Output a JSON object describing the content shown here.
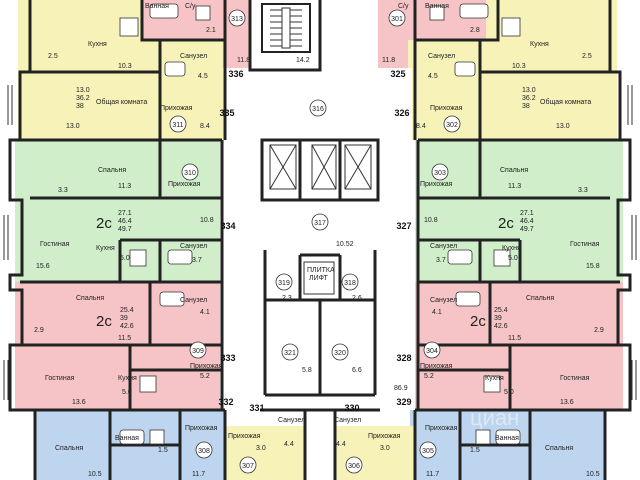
{
  "colors": {
    "yellow": "#f7f2b8",
    "green": "#cfeec9",
    "pink": "#f6c4c6",
    "blue": "#bdd5ef",
    "corridor": "#ffffff",
    "wall": "#222222"
  },
  "rooms": [
    {
      "id": "r1",
      "text": "Ванная"
    },
    {
      "id": "r2",
      "text": "С/у"
    },
    {
      "id": "r3",
      "text": "С/у"
    },
    {
      "id": "r4",
      "text": "Ванная"
    },
    {
      "id": "r5",
      "text": "Кухня"
    },
    {
      "id": "r6",
      "text": "Кухня"
    },
    {
      "id": "r7",
      "text": "Санузел"
    },
    {
      "id": "r8",
      "text": "Санузел"
    },
    {
      "id": "r9",
      "text": "Общая комната"
    },
    {
      "id": "r10",
      "text": "Общая комната"
    },
    {
      "id": "r11",
      "text": "Прихожая"
    },
    {
      "id": "r12",
      "text": "Прихожая"
    },
    {
      "id": "r13",
      "text": "Спальня"
    },
    {
      "id": "r14",
      "text": "Спальня"
    },
    {
      "id": "r15",
      "text": "Прихожая"
    },
    {
      "id": "r16",
      "text": "Прихожая"
    },
    {
      "id": "r17",
      "text": "Гостиная"
    },
    {
      "id": "r18",
      "text": "Гостиная"
    },
    {
      "id": "r19",
      "text": "Кухня"
    },
    {
      "id": "r20",
      "text": "Кухня"
    },
    {
      "id": "r21",
      "text": "Санузел"
    },
    {
      "id": "r22",
      "text": "Санузел"
    },
    {
      "id": "r23",
      "text": "Спальня"
    },
    {
      "id": "r24",
      "text": "Спальня"
    },
    {
      "id": "r25",
      "text": "Санузел"
    },
    {
      "id": "r26",
      "text": "Санузел"
    },
    {
      "id": "r27",
      "text": "Прихожая"
    },
    {
      "id": "r28",
      "text": "Прихожая"
    },
    {
      "id": "r29",
      "text": "Гостиная"
    },
    {
      "id": "r30",
      "text": "Гостиная"
    },
    {
      "id": "r31",
      "text": "Кухня"
    },
    {
      "id": "r32",
      "text": "Кухня"
    },
    {
      "id": "r33",
      "text": "Прихожая"
    },
    {
      "id": "r34",
      "text": "Прихожая"
    },
    {
      "id": "r35",
      "text": "Спальня"
    },
    {
      "id": "r36",
      "text": "Спальня"
    },
    {
      "id": "r37",
      "text": "Ванная"
    },
    {
      "id": "r38",
      "text": "Ванная"
    },
    {
      "id": "r39",
      "text": "Прихожая"
    },
    {
      "id": "r40",
      "text": "Прихожая"
    },
    {
      "id": "r41",
      "text": "Санузел"
    },
    {
      "id": "r42",
      "text": "Санузел"
    }
  ],
  "apartments": [
    {
      "id": "a313",
      "text": "313"
    },
    {
      "id": "a301",
      "text": "301"
    },
    {
      "id": "a311",
      "text": "311"
    },
    {
      "id": "a302",
      "text": "302"
    },
    {
      "id": "a310",
      "text": "310"
    },
    {
      "id": "a303",
      "text": "303"
    },
    {
      "id": "a309",
      "text": "309"
    },
    {
      "id": "a304",
      "text": "304"
    },
    {
      "id": "a308",
      "text": "308"
    },
    {
      "id": "a305",
      "text": "305"
    },
    {
      "id": "a307",
      "text": "307"
    },
    {
      "id": "a306",
      "text": "306"
    },
    {
      "id": "c316",
      "text": "316"
    },
    {
      "id": "c317",
      "text": "317"
    },
    {
      "id": "c318",
      "text": "318"
    },
    {
      "id": "c319",
      "text": "319"
    },
    {
      "id": "c320",
      "text": "320"
    },
    {
      "id": "c321",
      "text": "321"
    }
  ],
  "doors": [
    {
      "id": "d336",
      "text": "336"
    },
    {
      "id": "d335",
      "text": "335"
    },
    {
      "id": "d325",
      "text": "325"
    },
    {
      "id": "d326",
      "text": "326"
    },
    {
      "id": "d334",
      "text": "334"
    },
    {
      "id": "d327",
      "text": "327"
    },
    {
      "id": "d333",
      "text": "333"
    },
    {
      "id": "d328",
      "text": "328"
    },
    {
      "id": "d332",
      "text": "332"
    },
    {
      "id": "d331",
      "text": "331"
    },
    {
      "id": "d330",
      "text": "330"
    },
    {
      "id": "d329",
      "text": "329"
    }
  ],
  "rooms_type": [
    {
      "id": "t1",
      "text": "2с"
    },
    {
      "id": "t2",
      "text": "2с"
    },
    {
      "id": "t3",
      "text": "2с"
    },
    {
      "id": "t4",
      "text": "2с"
    }
  ],
  "areas": [
    {
      "id": "n1",
      "text": "2.5"
    },
    {
      "id": "n2",
      "text": "2.1"
    },
    {
      "id": "n3",
      "text": "11.8"
    },
    {
      "id": "n4",
      "text": "14.2"
    },
    {
      "id": "n5",
      "text": "11.8"
    },
    {
      "id": "n6",
      "text": "2.8"
    },
    {
      "id": "n7",
      "text": "2.5"
    },
    {
      "id": "n8",
      "text": "10.3"
    },
    {
      "id": "n9",
      "text": "10.3"
    },
    {
      "id": "n10",
      "text": "4.5"
    },
    {
      "id": "n11",
      "text": "4.5"
    },
    {
      "id": "n12",
      "text": "13.0"
    },
    {
      "id": "n13",
      "text": "36.2"
    },
    {
      "id": "n14",
      "text": "38"
    },
    {
      "id": "n15",
      "text": "13.0"
    },
    {
      "id": "n16",
      "text": "36.2"
    },
    {
      "id": "n17",
      "text": "38"
    },
    {
      "id": "n18",
      "text": "13.0"
    },
    {
      "id": "n19",
      "text": "8.4"
    },
    {
      "id": "n20",
      "text": "8.4"
    },
    {
      "id": "n21",
      "text": "13.0"
    },
    {
      "id": "n22",
      "text": "3.3"
    },
    {
      "id": "n23",
      "text": "11.3"
    },
    {
      "id": "n24",
      "text": "11.3"
    },
    {
      "id": "n25",
      "text": "3.3"
    },
    {
      "id": "n26",
      "text": "27.1"
    },
    {
      "id": "n27",
      "text": "46.4"
    },
    {
      "id": "n28",
      "text": "49.7"
    },
    {
      "id": "n29",
      "text": "27.1"
    },
    {
      "id": "n30",
      "text": "46.4"
    },
    {
      "id": "n31",
      "text": "49.7"
    },
    {
      "id": "n32",
      "text": "10.8"
    },
    {
      "id": "n33",
      "text": "10.8"
    },
    {
      "id": "n34",
      "text": "10.52"
    },
    {
      "id": "n35",
      "text": "15.6"
    },
    {
      "id": "n36",
      "text": "5.0"
    },
    {
      "id": "n37",
      "text": "3.7"
    },
    {
      "id": "n38",
      "text": "3.7"
    },
    {
      "id": "n39",
      "text": "5.0"
    },
    {
      "id": "n40",
      "text": "15.8"
    },
    {
      "id": "n41",
      "text": "2.3"
    },
    {
      "id": "n42",
      "text": "2.6"
    },
    {
      "id": "n43",
      "text": "25.4"
    },
    {
      "id": "n44",
      "text": "39"
    },
    {
      "id": "n45",
      "text": "42.6"
    },
    {
      "id": "n46",
      "text": "25.4"
    },
    {
      "id": "n47",
      "text": "39"
    },
    {
      "id": "n48",
      "text": "42.6"
    },
    {
      "id": "n49",
      "text": "2.9"
    },
    {
      "id": "n50",
      "text": "4.1"
    },
    {
      "id": "n51",
      "text": "4.1"
    },
    {
      "id": "n52",
      "text": "2.9"
    },
    {
      "id": "n53",
      "text": "11.5"
    },
    {
      "id": "n54",
      "text": "11.5"
    },
    {
      "id": "n55",
      "text": "5.8"
    },
    {
      "id": "n56",
      "text": "6.6"
    },
    {
      "id": "n57",
      "text": "5.2"
    },
    {
      "id": "n58",
      "text": "5.2"
    },
    {
      "id": "n59",
      "text": "13.6"
    },
    {
      "id": "n60",
      "text": "5.0"
    },
    {
      "id": "n61",
      "text": "5.0"
    },
    {
      "id": "n62",
      "text": "13.6"
    },
    {
      "id": "n63",
      "text": "86.9"
    },
    {
      "id": "n64",
      "text": "3.0"
    },
    {
      "id": "n65",
      "text": "4.4"
    },
    {
      "id": "n66",
      "text": "4.4"
    },
    {
      "id": "n67",
      "text": "3.0"
    },
    {
      "id": "n68",
      "text": "1.5"
    },
    {
      "id": "n69",
      "text": "1.5"
    },
    {
      "id": "n70",
      "text": "10.5"
    },
    {
      "id": "n71",
      "text": "11.7"
    },
    {
      "id": "n72",
      "text": "11.7"
    },
    {
      "id": "n73",
      "text": "10.5"
    }
  ],
  "shaft_text": [
    {
      "id": "s1",
      "text": "ПЛИТКА"
    },
    {
      "id": "s2",
      "text": "ЛИФТ"
    }
  ],
  "watermark": {
    "text": "циан"
  }
}
